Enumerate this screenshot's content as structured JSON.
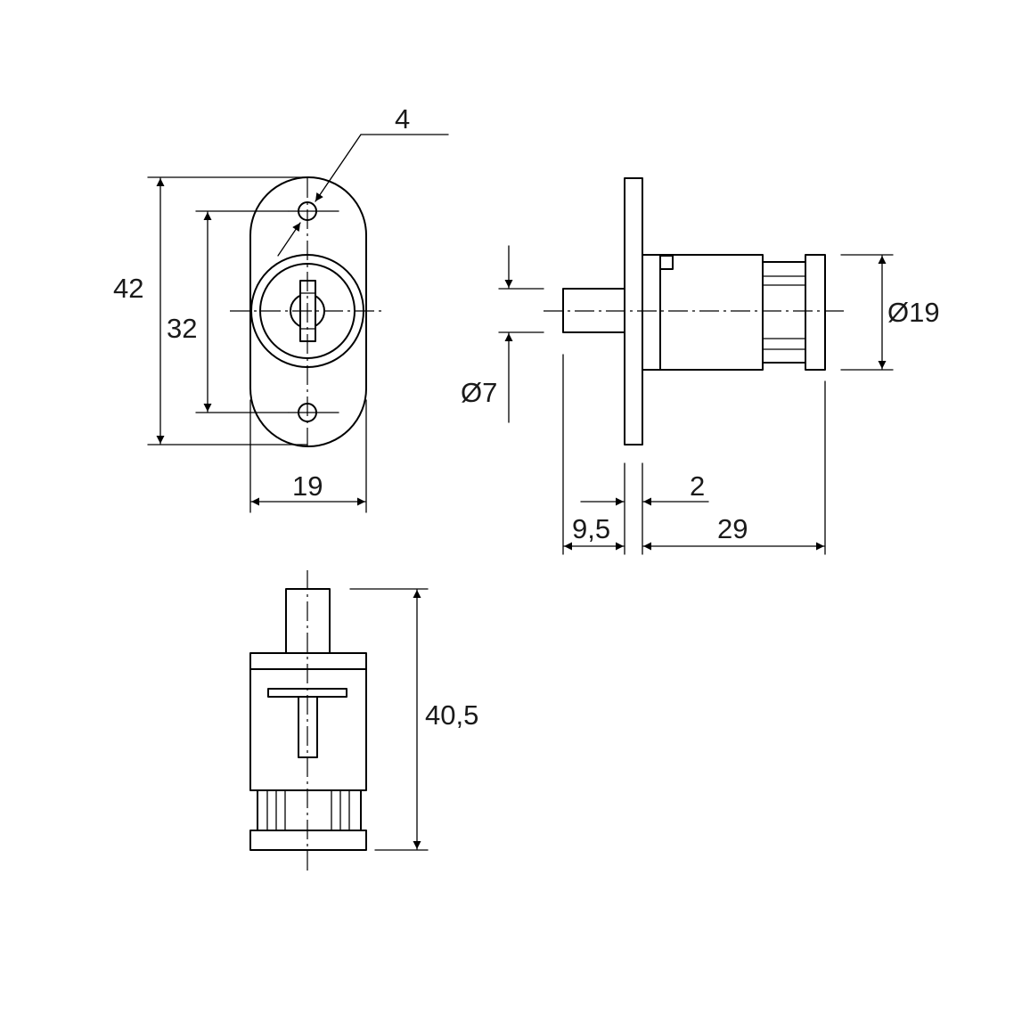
{
  "dimensions": {
    "front": {
      "overall_height": "42",
      "hole_spacing": "32",
      "width": "19",
      "hole_diameter": "4"
    },
    "side": {
      "body_diameter": "Ø19",
      "pin_diameter": "Ø7",
      "pin_length": "9,5",
      "flange_thickness": "2",
      "body_length": "29"
    },
    "bottom": {
      "total_length": "40,5"
    }
  },
  "colors": {
    "line": "#000000",
    "background": "#ffffff"
  }
}
